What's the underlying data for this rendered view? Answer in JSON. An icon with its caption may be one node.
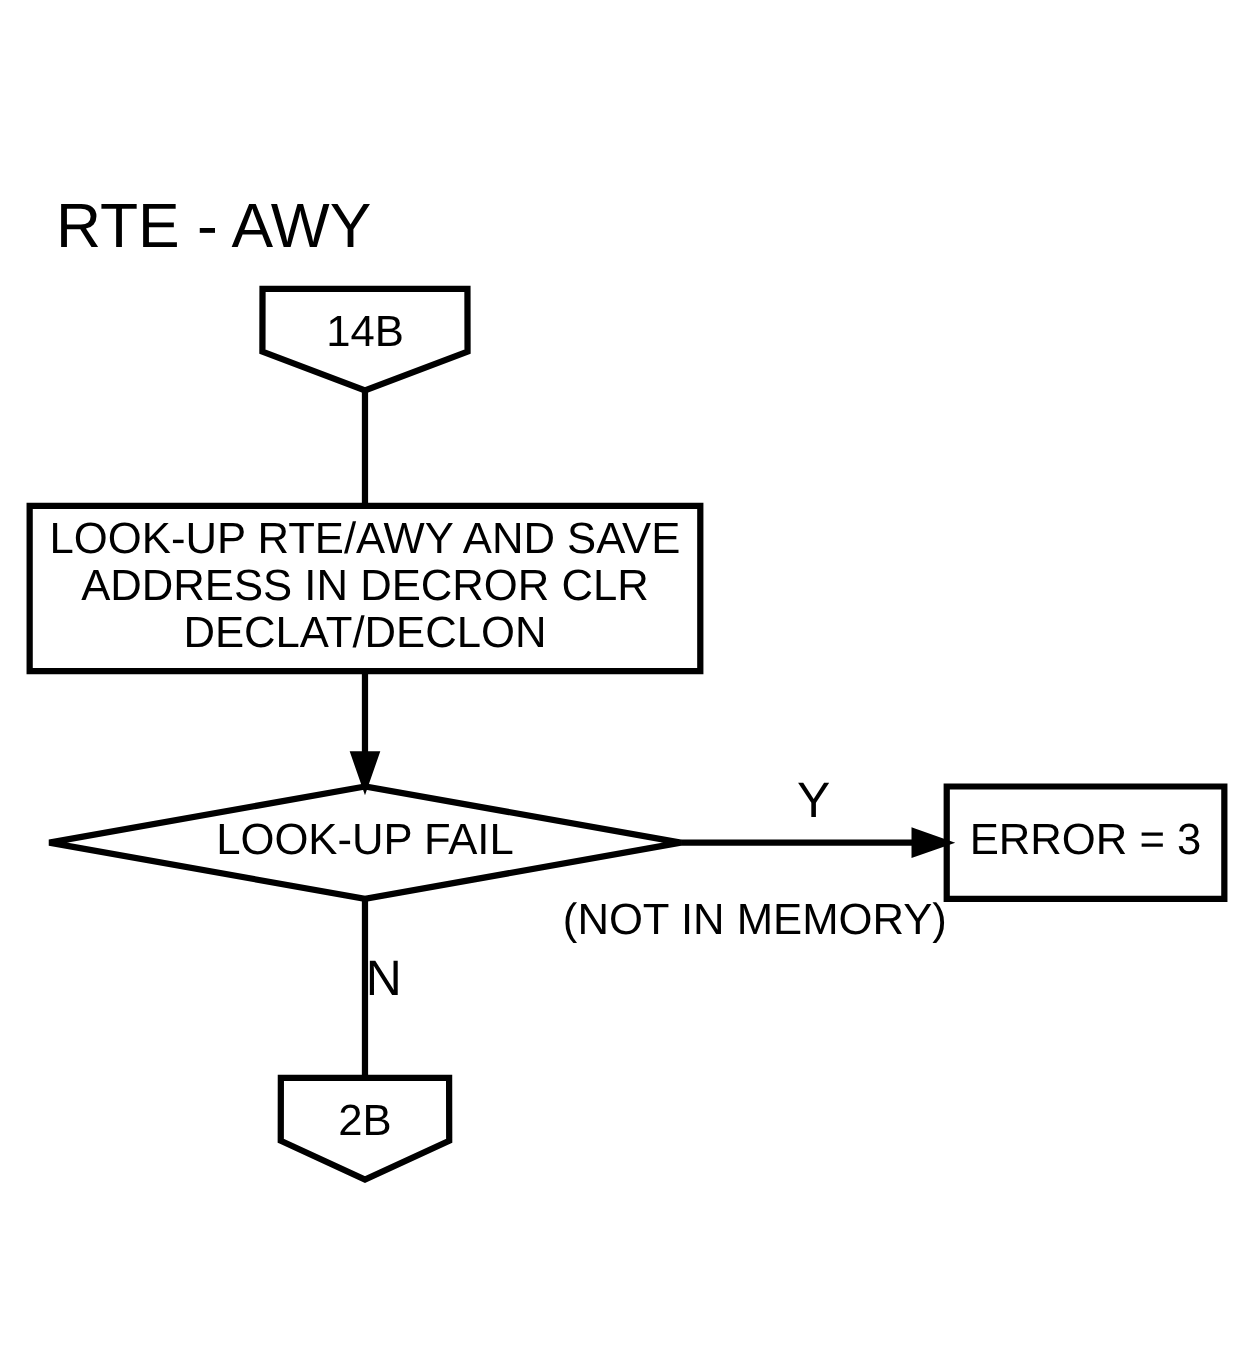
{
  "diagram": {
    "title": "RTE - AWY",
    "nodes": [
      {
        "text": [
          "14B"
        ]
      },
      {
        "text": [
          "LOOK-UP RTE/AWY AND SAVE ADDRESS IN DECROR CLR DECLAT/DECLON"
        ]
      },
      {
        "text": [
          "LOOK-UP FAIL"
        ]
      },
      {
        "text": [
          "ERROR = 3"
        ],
        "beside": [
          "(NOT IN MEMORY)"
        ]
      },
      {
        "text": [
          "2B"
        ]
      }
    ],
    "edges": [
      {
        "from": 0,
        "to": 1,
        "arrow": "none"
      },
      {
        "from": 1,
        "to": 2,
        "arrow": "to"
      },
      {
        "from": 2,
        "to": 3,
        "arrow": "to",
        "label": "Y"
      },
      {
        "from": 2,
        "to": 4,
        "arrow": "none",
        "label": "N"
      }
    ]
  }
}
